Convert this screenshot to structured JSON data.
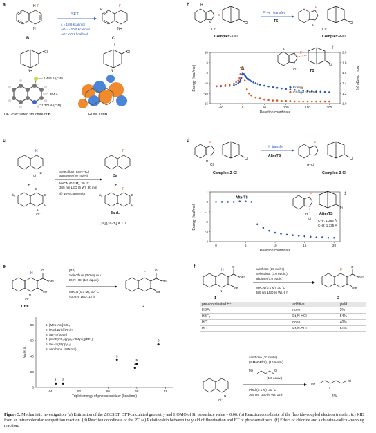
{
  "panel_a": {
    "label": "a",
    "reactant": "B",
    "product": "C",
    "arrow_label": "SET",
    "conditions": [
      "λ = 18.6 kcal/mol",
      "ΔG = −20.9 kcal/mol",
      "ΔG‡ < 0.1 kcal/mol"
    ],
    "bond_labels": [
      "1.449 Å (C-F)",
      "1.354 Å",
      "1.371 Å (C-N)"
    ],
    "dft_caption": "DFT-calculated structure of ",
    "dft_caption_sub": "B",
    "homo_caption": "HOMO of ",
    "homo_caption_sub": "B",
    "atom_labels": {
      "h": "H",
      "f": "F",
      "n": "N",
      "cl": "Cl",
      "r": "R",
      "nplus": "N+",
      "radical": "•"
    }
  },
  "panel_b": {
    "label": "b",
    "arrow_label": "F⁺–e⁻ transfer",
    "arrow_sub": "TS",
    "left_complex": "Complex-1-Cl",
    "right_complex": "Complex-2-Cl",
    "ts_label": "TS",
    "ts_struct_label": "TS",
    "dagger": "‡",
    "chloride": "Cl⁻",
    "atom_labels": {
      "h": "H",
      "f": "F",
      "n": "N",
      "cl": "Cl"
    }
  },
  "panel_c": {
    "label": "c",
    "conditions": [
      "xanthone (20 mol%)",
      "Selectfluor, Et₃N·HCl",
      "MeCN (0.1 M), 30 °C",
      "365 nm LED (6 W), 30 min",
      "@ 16% conversion"
    ],
    "product_1": "3a",
    "product_2": "3a-d₆",
    "kie": "[3a]/[3a-d₆] = 1.7",
    "plus": "+",
    "atom_labels": {
      "h": "H",
      "f": "F",
      "d": "D",
      "d6": "d₆",
      "cl": "Cl⁻",
      "nplus": "N+",
      "nh": "H"
    }
  },
  "panel_d": {
    "label": "d",
    "arrow_label": "H⁺ transfer",
    "arrow_sub": "AfterTS",
    "left_complex": "Complex-2-Cl",
    "right_complex": "Complex-3-Cl",
    "after_ts_label": "AfterTS",
    "after_ts_struct": "AfterTS",
    "dagger": "‡",
    "distances": [
      "C–F: 1.383 Å",
      "C–H: 1.335 Å"
    ],
    "chloride": "Cl⁻",
    "atom_labels": {
      "h": "H",
      "f": "F",
      "n": "N",
      "cl": "Cl",
      "hcl": "H–Cl"
    }
  },
  "panel_e": {
    "label": "e",
    "reactant": "1·HCl",
    "product": "2",
    "conditions": [
      "[PS]",
      "Selectfluor (3.0 equiv.)",
      "Et₃N·HCl (1.0 equiv.)",
      "MeCN (0.1 M), 30 °C",
      "400 nm LED, 12 h"
    ],
    "legend": [
      "1. [Mes-Acr]ClO₄",
      "2. [Ru(bpy)₃](PF₆)₂",
      "3. fac-[Ir(ppy)₃]",
      "4. [Ir(dF(CF₃)ppy)₂(dtbbpy)](PF₆)",
      "5. fac-[Ir(dFppy)₃]",
      "6. xanthone (365 nm)"
    ],
    "atom_labels": {
      "h": "H",
      "f": "F",
      "ester": "OEt",
      "o": "O",
      "me": "Me",
      "nh": "N",
      "hplus": "H",
      "cl": "Cl⁻"
    }
  },
  "panel_f": {
    "label": "f",
    "reactant": "1",
    "product": "2",
    "conditions": [
      "xanthone (20 mol%)",
      "Selectfluor (3.0 equiv.)",
      "additive (1.0 equiv.)",
      "MeCN (0.1 M), 30 °C",
      "365 nm LED (6 W), 6 h"
    ],
    "table": {
      "headers": [
        "pre-coordinated H⁺",
        "additive",
        "yield"
      ],
      "rows": [
        [
          "HBF₄",
          "none",
          "5%"
        ],
        [
          "HBF₄",
          "Et₃N·HCl",
          "54%"
        ],
        [
          "HCl",
          "none",
          "40%"
        ],
        [
          "HCl",
          "Et₃N·HCl",
          "61%"
        ]
      ]
    },
    "trap_conditions": [
      "xanthone (20 mol%)",
      "(4-MeOPhS)₂ (10 mol%)"
    ],
    "trap_reagent_equiv": "(1.0 equiv.)",
    "trap_solvent": [
      "PhCl (0.1 M), 30 °C",
      "365 nm LED (6 W), 12 h"
    ],
    "trap_yield": "4%",
    "trap_me": "Me",
    "trap_cl": "Cl",
    "trap_product_me": "Me",
    "trap_product_cl": "Cl",
    "trap_sub": "5",
    "atom_labels": {
      "h": "H",
      "f": "F",
      "ester": "OEt",
      "o": "O",
      "me": "Me",
      "nh": "N",
      "cl": "Cl⁻"
    }
  },
  "caption": {
    "lead": "Figure 3.",
    "text": " Mechanistic investigation. (a) Estimation of the ΔG‡SET. DFT-calculated geometry and HOMO of B; isosurface value = 0.06. (b) Reaction coordinate of the fluoride-coupled electron transfer. (c) KIE from an intramolecular competition reaction. (d) Reaction coordinate of the PT. (e) Relationship between the yield of fluorination and ET of photosensitizers. (f) Effect of chloride and a chlorine-radical-trapping reaction."
  },
  "chart_data": [
    {
      "type": "scatter",
      "title": "",
      "xlabel": "Reaction coordinate",
      "ylabel": "Energy (kcal/mol)",
      "y2label": "NBO charge (e)",
      "xlim": [
        -75,
        225
      ],
      "ylim": [
        -15,
        10
      ],
      "y2lim": [
        1.0,
        2.0
      ],
      "xticks": [
        -50,
        0,
        50,
        100,
        150,
        200
      ],
      "yticks": [
        -15,
        -10,
        -5,
        0,
        5,
        10
      ],
      "y2ticks": [
        1.0,
        1.2,
        1.4,
        1.6,
        1.8,
        2.0
      ],
      "grid": false,
      "legend_position": "bottom-right",
      "series": [
        {
          "name": "Energy",
          "color": "#2a55b8",
          "axis": "left",
          "x": [
            -60,
            -50,
            -40,
            -30,
            -20,
            -15,
            -10,
            -7,
            -5,
            -3,
            -1,
            0,
            2,
            4,
            6,
            8,
            10,
            12,
            14,
            17,
            20,
            25,
            30,
            35,
            40,
            50,
            60,
            70,
            80,
            90,
            100,
            110,
            120,
            130,
            140,
            150,
            160,
            170,
            180,
            190,
            200
          ],
          "values": [
            -6.5,
            -6.5,
            -6.4,
            -6.3,
            -6.0,
            -5.6,
            -5.0,
            -4.4,
            -3.5,
            -2.4,
            -0.8,
            0.0,
            -0.3,
            -0.8,
            -1.4,
            -2.0,
            -2.5,
            -2.9,
            -3.2,
            -3.7,
            -4.1,
            -4.6,
            -5.0,
            -5.4,
            -5.7,
            -6.2,
            -6.6,
            -7.0,
            -7.3,
            -7.6,
            -7.9,
            -8.1,
            -8.3,
            -8.5,
            -8.7,
            -8.8,
            -9.0,
            -9.1,
            -9.2,
            -9.3,
            -9.4
          ]
        },
        {
          "name": "Charge of TEDA",
          "color": "#e0561c",
          "axis": "right",
          "x": [
            -60,
            -50,
            -40,
            -30,
            -20,
            -15,
            -10,
            -7,
            -5,
            -3,
            0,
            5,
            10,
            15,
            20,
            30,
            40,
            50,
            60,
            70,
            80,
            90,
            100,
            110,
            120,
            130,
            140,
            150,
            160,
            170,
            180,
            190,
            200
          ],
          "values": [
            1.34,
            1.35,
            1.36,
            1.37,
            1.39,
            1.42,
            1.45,
            1.5,
            1.58,
            1.67,
            1.72,
            1.45,
            1.28,
            1.2,
            1.16,
            1.12,
            1.1,
            1.08,
            1.07,
            1.06,
            1.06,
            1.05,
            1.05,
            1.05,
            1.04,
            1.04,
            1.04,
            1.04,
            1.04,
            1.04,
            1.04,
            1.04,
            1.04
          ]
        }
      ],
      "annotations": [
        "TS"
      ]
    },
    {
      "type": "scatter",
      "title": "",
      "xlabel": "Reaction coordinate",
      "ylabel": "Energy (kcal/mol)",
      "xlim": [
        -1,
        21
      ],
      "ylim": [
        -4,
        1
      ],
      "xticks": [
        0,
        5,
        10,
        15,
        20
      ],
      "yticks": [
        -4,
        -3,
        -2,
        -1,
        0,
        1
      ],
      "grid": false,
      "series": [
        {
          "name": "",
          "color": "#2a55b8",
          "x": [
            0,
            1,
            2,
            3,
            4,
            5,
            6,
            7,
            8,
            9,
            10,
            11,
            12,
            13,
            14,
            15,
            16,
            17,
            18,
            19,
            20
          ],
          "values": [
            0.0,
            0.0,
            0.0,
            0.0,
            0.05,
            0.05,
            0.0,
            -2.25,
            -2.6,
            -2.9,
            -3.1,
            -3.2,
            -3.3,
            -3.35,
            -3.4,
            -3.45,
            -3.5,
            -3.55,
            -3.55,
            -3.6,
            -3.6
          ]
        }
      ],
      "annotations": [
        "AfterTS"
      ]
    },
    {
      "type": "scatter",
      "title": "",
      "xlabel": "Triplet energy of photosensitizer (kcal/mol)",
      "ylabel": "Yield %",
      "xlim": [
        40,
        78
      ],
      "ylim": [
        0,
        90
      ],
      "xticks": [
        44,
        52,
        60,
        68,
        76
      ],
      "yticks": [
        0,
        20,
        40,
        60,
        80
      ],
      "grid": false,
      "series": [
        {
          "name": "",
          "color": "#111111",
          "x": [
            45.5,
            47.5,
            62.5,
            67.5,
            68.0,
            74.0
          ],
          "values": [
            5,
            5,
            35,
            25,
            30,
            55
          ],
          "labels": [
            "1",
            "2",
            "3",
            "4",
            "5",
            "6"
          ]
        }
      ]
    }
  ]
}
